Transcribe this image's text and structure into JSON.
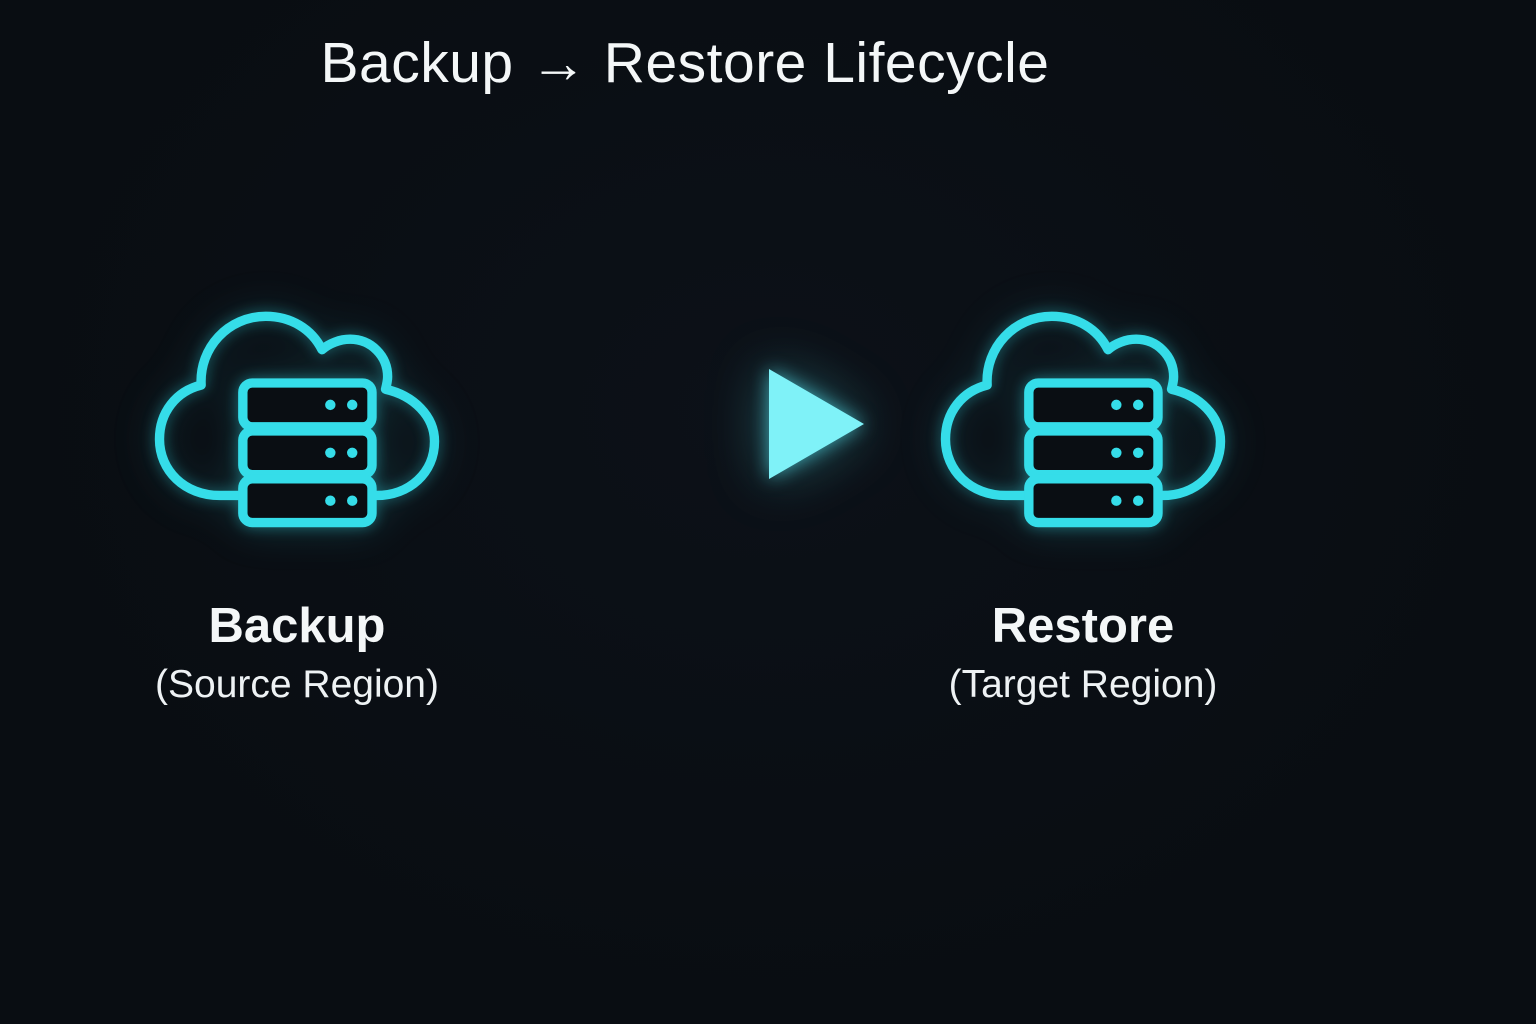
{
  "title": "Backup → Restore Lifecycle",
  "colors": {
    "background": "#0a0e13",
    "accent": "#35dde9",
    "text": "#f4f7f8",
    "arrow_tail_start": "#29d3e2",
    "arrow_tail_end": "#74eef6",
    "arrow_head": "#7ff2f8"
  },
  "nodes": [
    {
      "label": "Backup",
      "sublabel": "(Source Region)",
      "icon": "cloud-server-icon"
    },
    {
      "label": "Restore",
      "sublabel": "(Target Region)",
      "icon": "cloud-server-icon"
    }
  ],
  "arrow": {
    "from": "Backup",
    "to": "Restore",
    "direction": "right"
  }
}
